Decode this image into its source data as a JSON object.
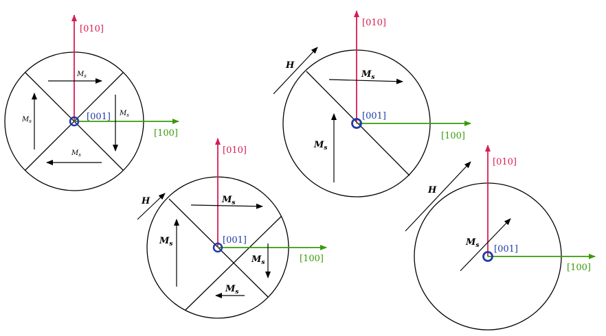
{
  "colors": {
    "axis_010": "#d81b50",
    "axis_100": "#3a9a0a",
    "axis_001": "#1e3aa8",
    "ink": "#000000"
  },
  "labels": {
    "dir_010": "[010]",
    "dir_100": "[100]",
    "dir_001": "[001]",
    "ms_main": "M",
    "ms_sub": "s",
    "field": "H"
  }
}
